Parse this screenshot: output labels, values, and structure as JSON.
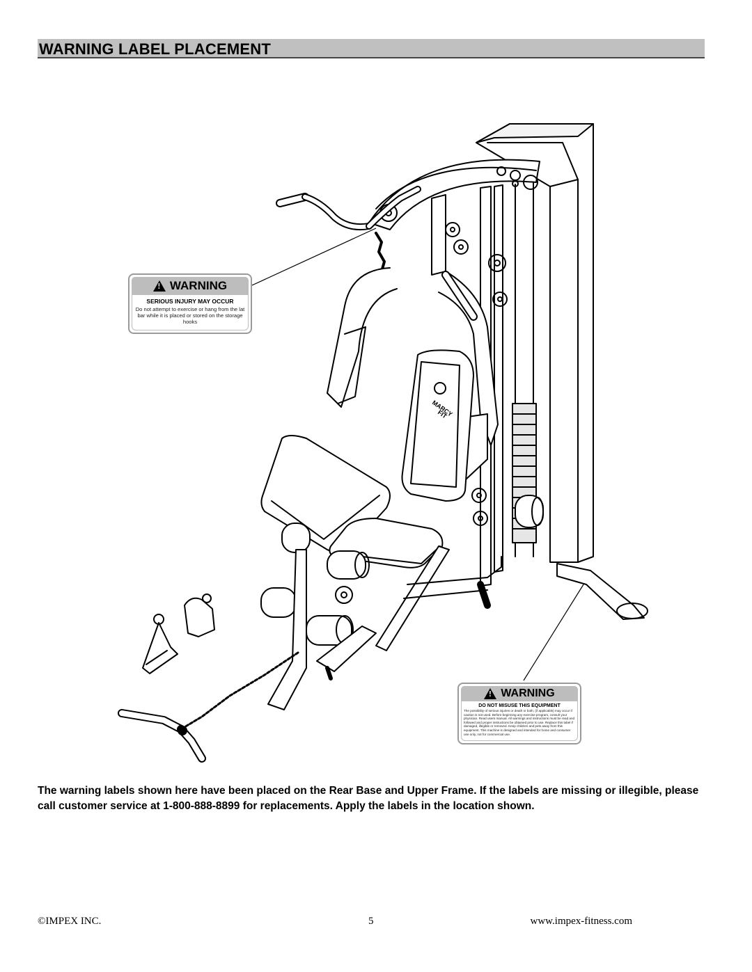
{
  "header": {
    "title": "WARNING LABEL PLACEMENT"
  },
  "labels": [
    {
      "heading": "WARNING",
      "subheading": "SERIOUS INJURY MAY OCCUR",
      "body": "Do not attempt to exercise or hang from the lat bar while it is placed or stored on the storage hooks"
    },
    {
      "heading": "WARNING",
      "subheading": "DO NOT MISUSE THIS EQUIPMENT",
      "body": "The possibility of serious injuries or death or both, (if applicable) may occur if caution is not used. Before beginning any exercise program, consult your physician. Read users manual. All warnings and instructions must be read and followed and proper instructions be obtained prior to use. Replace this label if damaged, illegible or removed. Keep children and pets away from this equipment. This machine is designed and intended for home and consumer use only, not for commercial use."
    }
  ],
  "machine_logo": {
    "line1": "MARCY",
    "line2": "FIT"
  },
  "note": "The warning labels shown here have been placed on the Rear Base and Upper Frame.  If the labels are missing or illegible, please call customer service at 1-800-888-8899 for replacements.  Apply the labels in the location shown.",
  "footer": {
    "left": "©IMPEX INC.",
    "center": "5",
    "right": "www.impex-fitness.com"
  }
}
